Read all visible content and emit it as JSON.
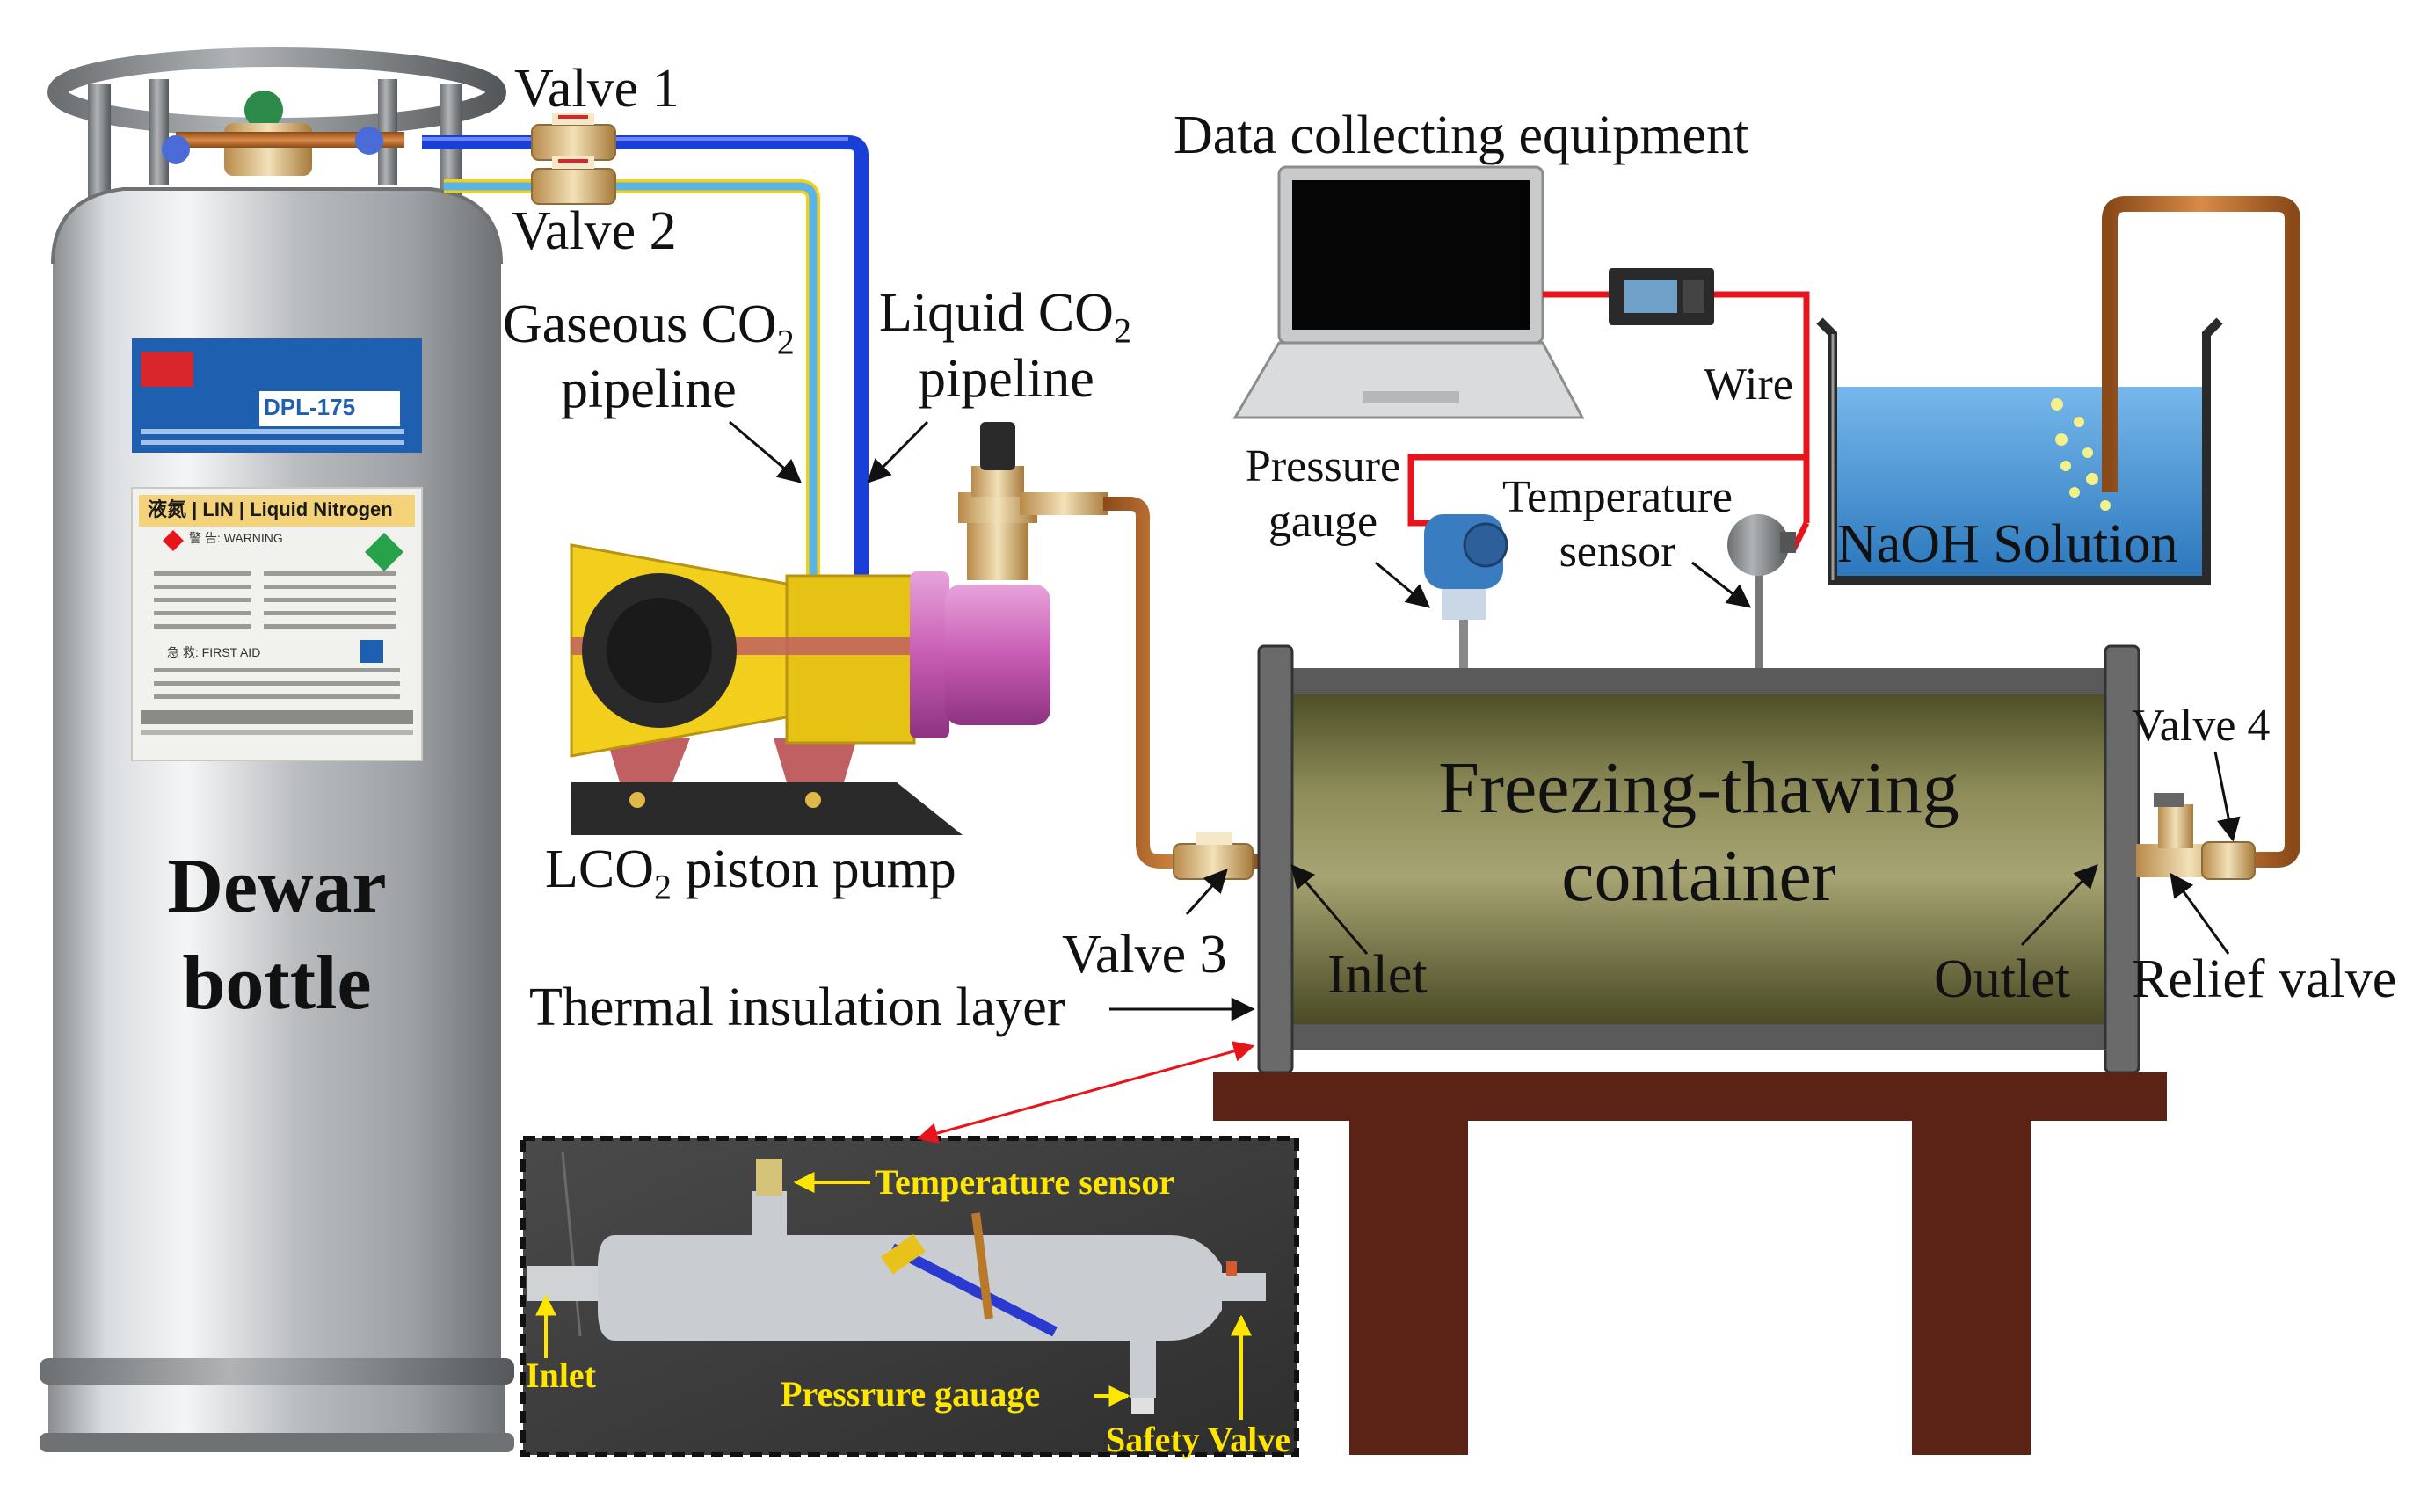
{
  "labels": {
    "valve1": "Valve 1",
    "valve2": "Valve 2",
    "valve3": "Valve 3",
    "valve4": "Valve 4",
    "gaseous_line1": "Gaseous CO",
    "gaseous_line2": "pipeline",
    "liquid_line1": "Liquid CO",
    "liquid_line2": "pipeline",
    "co2_subscript": "2",
    "data_equipment": "Data collecting equipment",
    "wire": "Wire",
    "pressure_gauge_line1": "Pressure",
    "pressure_gauge_line2": "gauge",
    "temperature_sensor_line1": "Temperature",
    "temperature_sensor_line2": "sensor",
    "naoh": "NaOH Solution",
    "container_line1": "Freezing-thawing",
    "container_line2": "container",
    "inlet": "Inlet",
    "outlet": "Outlet",
    "relief_valve": "Relief valve",
    "thermal_layer": "Thermal insulation layer",
    "pump_prefix": "LCO",
    "pump_suffix": " piston pump",
    "dewar_line1": "Dewar",
    "dewar_line2": "bottle"
  },
  "dewar_panel": {
    "model": "DPL-175",
    "liquid_nitrogen": "液氮 | LIN | Liquid Nitrogen",
    "warning": "警 告: WARNING",
    "first_aid": "急 救: FIRST AID"
  },
  "photo_labels": {
    "temperature_sensor": "Temperature sensor",
    "inlet": "Inlet",
    "pressure_gauge": "Pressrure gauage",
    "safety_valve": "Safety Valve"
  },
  "colors": {
    "liquid_pipe": "#1a3fd6",
    "gas_pipe": "#5ab4e6",
    "copper_pipe": "#b8682a",
    "wire": "#e8141b",
    "container_fill": "#6b6a3c",
    "container_frame": "#5a5a5a",
    "table": "#5a2316",
    "pump_yellow": "#f2cf1c",
    "pump_magenta": "#c85cb4",
    "naoh": "#3a8fd8",
    "photo_text": "#ffe600"
  }
}
